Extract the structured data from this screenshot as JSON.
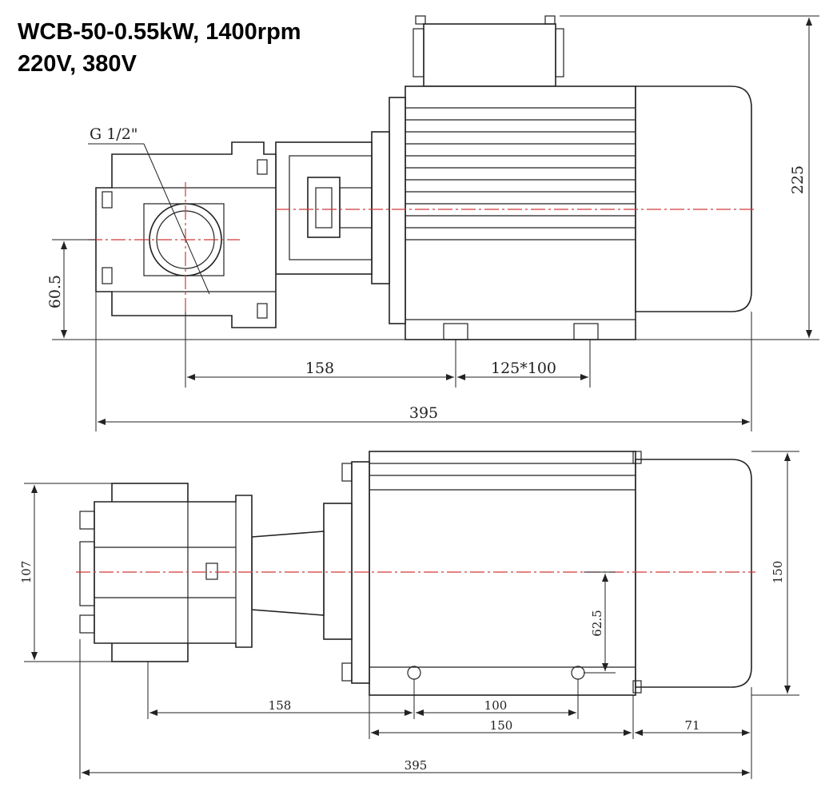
{
  "title": {
    "line1": "WCB-50-0.55kW, 1400rpm",
    "line2": "220V, 380V"
  },
  "front_view": {
    "thread_label": "G 1/2\"",
    "height_total": "225",
    "height_inlet": "60.5",
    "dist_inlet_to_foot": "158",
    "foot_spacing": "125*100",
    "length_total": "395"
  },
  "top_view": {
    "width_pump": "107",
    "width_motor": "150",
    "offset_centerline": "62.5",
    "dist_pump_to_hole": "158",
    "hole_spacing": "100",
    "foot_length": "150",
    "fan_length": "71",
    "length_total": "395"
  }
}
